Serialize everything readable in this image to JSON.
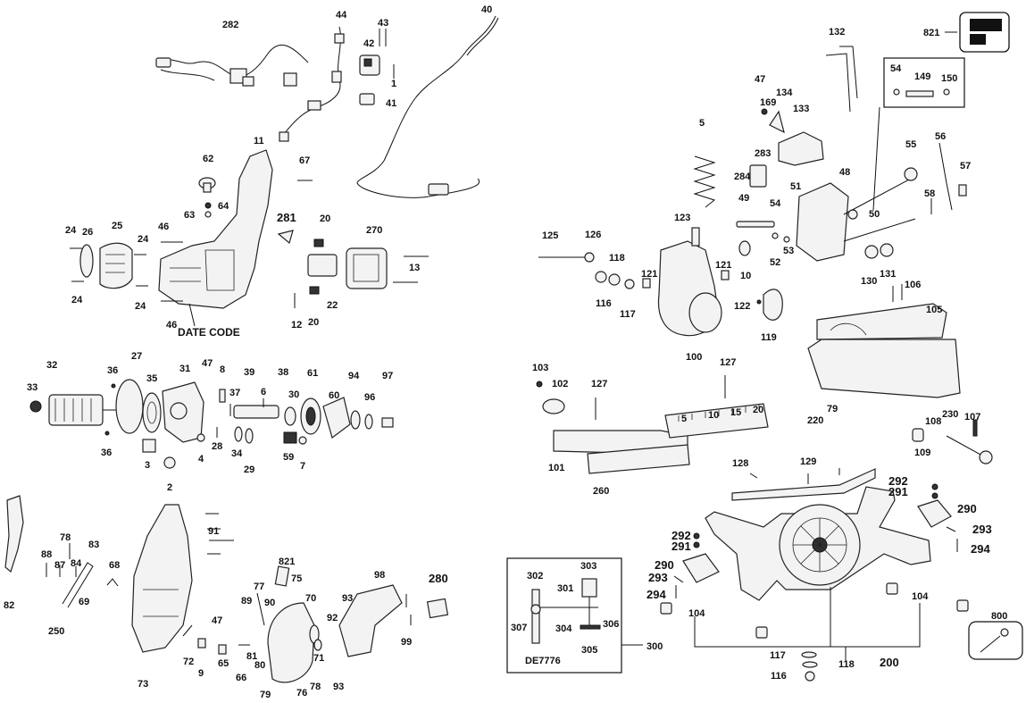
{
  "labels": {
    "p282": "282",
    "p44": "44",
    "p43": "43",
    "p42": "42",
    "p1": "1",
    "p41": "41",
    "p40": "40",
    "p11": "11",
    "p62": "62",
    "p67": "67",
    "p64": "64",
    "p63": "63",
    "p281": "281",
    "p20a": "20",
    "p270": "270",
    "p13": "13",
    "p24a": "24",
    "p26": "26",
    "p25": "25",
    "p24b": "24",
    "p46a": "46",
    "p24c": "24",
    "p24d": "24",
    "p46b": "46",
    "p12": "12",
    "p20b": "20",
    "p22": "22",
    "date_code": "DATE CODE",
    "p32": "32",
    "p33": "33",
    "p36a": "36",
    "p27": "27",
    "p35": "35",
    "p31": "31",
    "p47a": "47",
    "p8": "8",
    "p39": "39",
    "p38": "38",
    "p61": "61",
    "p94": "94",
    "p97": "97",
    "p37": "37",
    "p6": "6",
    "p30": "30",
    "p60": "60",
    "p96": "96",
    "p36b": "36",
    "p3": "3",
    "p4": "4",
    "p28": "28",
    "p34": "34",
    "p29": "29",
    "p59": "59",
    "p7": "7",
    "p2": "2",
    "p82": "82",
    "p78a": "78",
    "p88": "88",
    "p87": "87",
    "p84": "84",
    "p83": "83",
    "p68": "68",
    "p69": "69",
    "p250": "250",
    "p91": "91",
    "p73": "73",
    "p821a": "821",
    "p77": "77",
    "p75": "75",
    "p89": "89",
    "p90": "90",
    "p70": "70",
    "p93a": "93",
    "p98": "98",
    "p280": "280",
    "p47b": "47",
    "p92": "92",
    "p99": "99",
    "p72": "72",
    "p9": "9",
    "p65": "65",
    "p66": "66",
    "p81": "81",
    "p80": "80",
    "p71": "71",
    "p79a": "79",
    "p76": "76",
    "p78b": "78",
    "p93b": "93",
    "p821b": "821",
    "p132": "132",
    "p47c": "47",
    "p169": "169",
    "p134": "134",
    "p133": "133",
    "p54a": "54",
    "p149": "149",
    "p150": "150",
    "p5": "5",
    "p283": "283",
    "p284": "284",
    "p55": "55",
    "p56": "56",
    "p57": "57",
    "p48": "48",
    "p49": "49",
    "p54b": "54",
    "p51": "51",
    "p50": "50",
    "p58": "58",
    "p123": "123",
    "p125": "125",
    "p126": "126",
    "p118": "118",
    "p121a": "121",
    "p121b": "121",
    "p10": "10",
    "p52": "52",
    "p53": "53",
    "p130": "130",
    "p131": "131",
    "p116a": "116",
    "p117a": "117",
    "p122": "122",
    "p106": "106",
    "p105": "105",
    "p100": "100",
    "p119": "119",
    "p103": "103",
    "p102": "102",
    "p127a": "127",
    "p127b": "127",
    "p101": "101",
    "p260": "260",
    "p79b": "79",
    "p220": "220",
    "p108": "108",
    "p230": "230",
    "p107": "107",
    "p109": "109",
    "p128": "128",
    "p129": "129",
    "p292a": "292",
    "p291a": "291",
    "p290a": "290",
    "p293a": "293",
    "p294a": "294",
    "p292b": "292",
    "p291b": "291",
    "p290b": "290",
    "p293b": "293",
    "p294b": "294",
    "p302": "302",
    "p303": "303",
    "p301": "301",
    "p307": "307",
    "p306": "306",
    "p304": "304",
    "p305": "305",
    "de7776": "DE7776",
    "p300": "300",
    "p104a": "104",
    "p104b": "104",
    "p800": "800",
    "p200": "200",
    "p117b": "117",
    "p118b": "118",
    "p116b": "116"
  },
  "scale_ticks": [
    "5",
    "10",
    "15",
    "20"
  ]
}
